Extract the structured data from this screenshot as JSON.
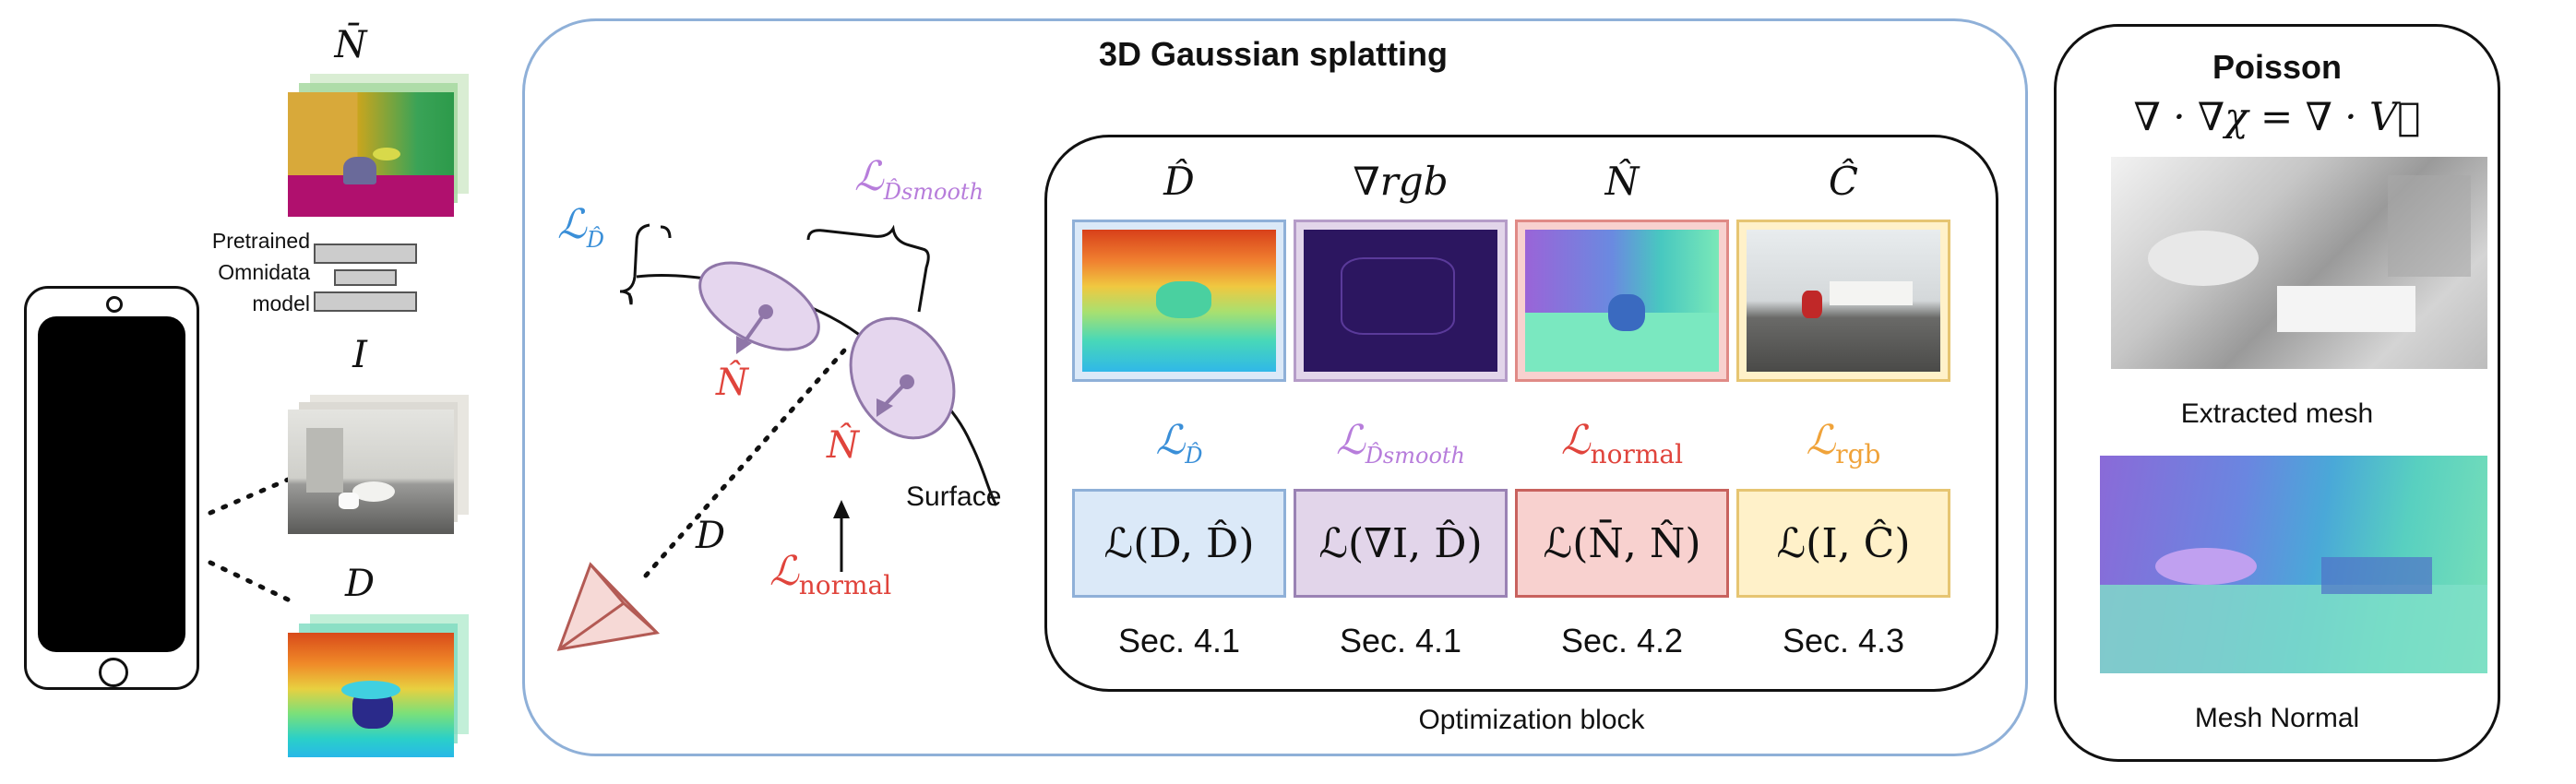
{
  "colors": {
    "blue": "#3a8fd8",
    "purple": "#b77ddb",
    "red": "#e0443c",
    "orange": "#f0a33a",
    "gs_border": "#8fb0d8",
    "blue_fill": "#dbe9f8",
    "purple_fill": "#e2d5ea",
    "red_fill": "#f8d1cf",
    "yellow_fill": "#fff1c9"
  },
  "left": {
    "nbar_label": "N̄",
    "i_label": "I",
    "d_label": "D",
    "model_label_1": "Pretrained",
    "model_label_2": "Omnidata",
    "model_label_3": "model",
    "phone_icon": "smartphone-icon"
  },
  "gs": {
    "title": "3D Gaussian splatting",
    "loss_d": "ℒ",
    "loss_d_sub": "D̂",
    "loss_smooth": "ℒ",
    "loss_smooth_sub": "D̂smooth",
    "nhat_1": "N̂",
    "nhat_2": "N̂",
    "surface": "Surface",
    "d_ray": "D",
    "loss_normal": "ℒ",
    "loss_normal_sub": "normal",
    "camera_icon": "camera-frustum-icon"
  },
  "opt": {
    "caption": "Optimization block",
    "columns": [
      {
        "header": "D̂",
        "loss": "ℒ",
        "loss_sub": "D̂",
        "formula": "ℒ(D, D̂)",
        "sec": "Sec. 4.1"
      },
      {
        "header": "∇rgb",
        "loss": "ℒ",
        "loss_sub": "D̂smooth",
        "formula": "ℒ(∇I, D̂)",
        "sec": "Sec. 4.1"
      },
      {
        "header": "N̂",
        "loss": "ℒ",
        "loss_sub": "normal",
        "formula": "ℒ(N̄, N̂)",
        "sec": "Sec. 4.2"
      },
      {
        "header": "Ĉ",
        "loss": "ℒ",
        "loss_sub": "rgb",
        "formula": "ℒ(I, Ĉ)",
        "sec": "Sec. 4.3"
      }
    ]
  },
  "poisson": {
    "title": "Poisson",
    "equation": "∇ · ∇χ = ∇ · V⃗",
    "mesh_label": "Extracted mesh",
    "normal_label": "Mesh Normal"
  }
}
